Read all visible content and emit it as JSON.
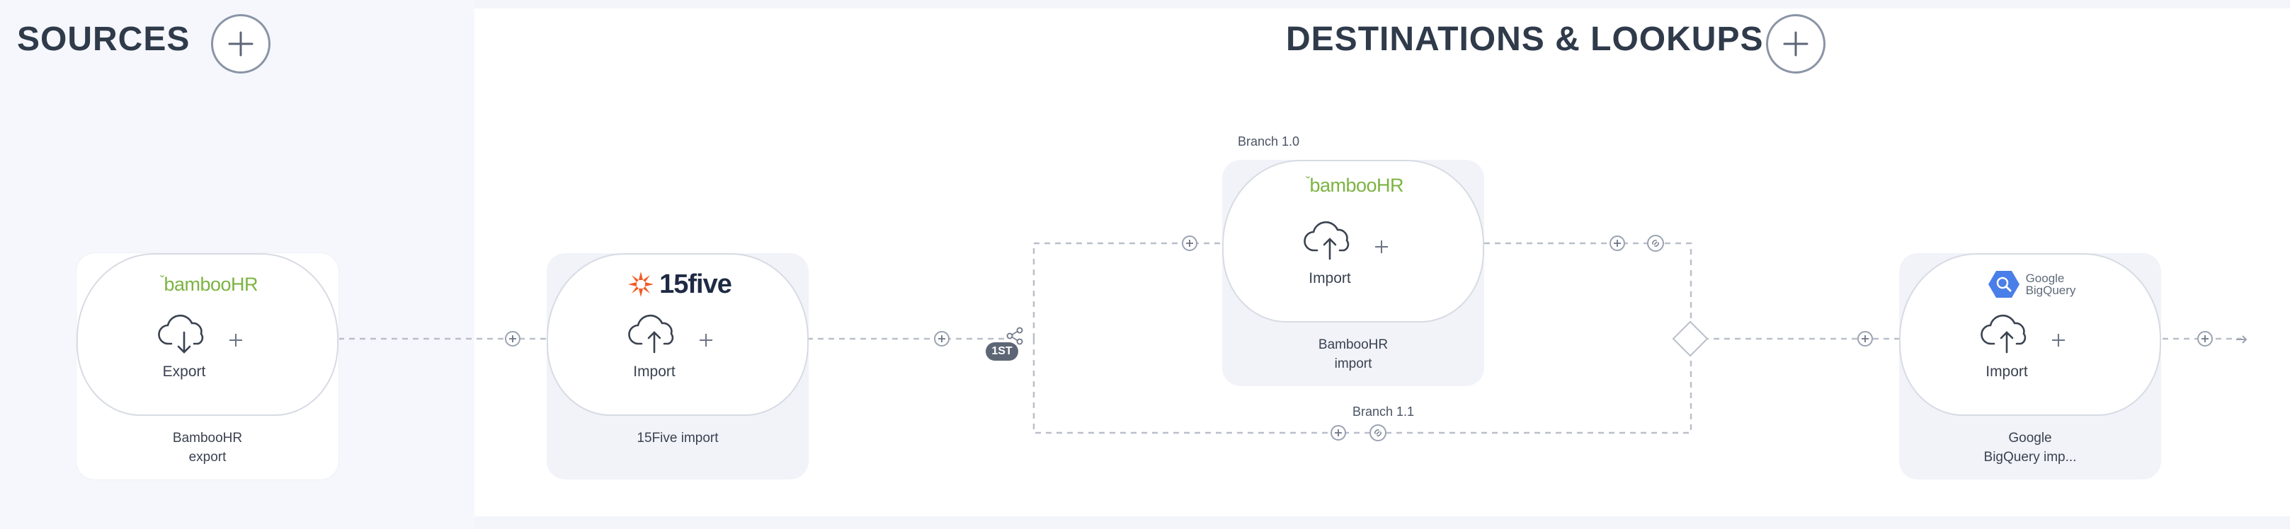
{
  "sources": {
    "title": "SOURCES"
  },
  "destinations": {
    "title": "DESTINATIONS & LOOKUPS"
  },
  "steps": {
    "bamboo_export": {
      "logo": "bambooHR",
      "action": "Export",
      "name_line1": "BambooHR",
      "name_line2": "export"
    },
    "fifteenfive_import": {
      "logo": "15five",
      "action": "Import",
      "name_line1": "15Five import",
      "name_line2": ""
    },
    "bamboo_import": {
      "logo": "bambooHR",
      "action": "Import",
      "name_line1": "BambooHR",
      "name_line2": "import"
    },
    "bigquery_import": {
      "logo_line1": "Google",
      "logo_line2": "BigQuery",
      "action": "Import",
      "name_line1": "Google",
      "name_line2": "BigQuery imp..."
    }
  },
  "branches": {
    "branch_1_0": "Branch 1.0",
    "branch_1_1": "Branch 1.1",
    "first_badge": "1ST"
  },
  "icons": {
    "add": "plus-icon",
    "export": "cloud-download-icon",
    "import": "cloud-upload-icon",
    "link": "link-icon",
    "share": "share-icon",
    "router": "diamond-router-icon",
    "end": "arrow-right-icon"
  },
  "colors": {
    "bamboo_green": "#7cb342",
    "fivefive_orange": "#f15a24",
    "bigquery_blue": "#4a7ee8"
  }
}
